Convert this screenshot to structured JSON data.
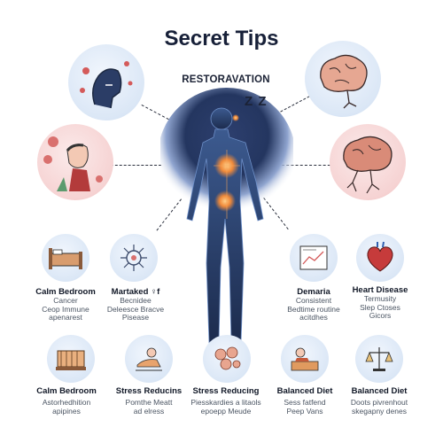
{
  "title": "Secret Tips",
  "subtitle": "RESTORAVATION",
  "zzz": "Z Z",
  "row1": [
    {
      "title": "Calm Bedroom",
      "desc": "Cancer\nCeop Immune\napenarest"
    },
    {
      "title": "Martaked ♀f",
      "desc": "Becnidee\nDeleesce Bracve\nPisease"
    },
    {
      "title": "Demaria",
      "desc": "Consistent\nBedtime routine\nacitdhes"
    },
    {
      "title": "Heart Disease",
      "desc": "Termusity\nSlep Ctoses\nGicors"
    }
  ],
  "row2": [
    {
      "title": "Calm Bedroom",
      "desc": "Astorhedhition\napipines"
    },
    {
      "title": "Stress Reducins",
      "desc": "Pomthe Meatt\nad elress"
    },
    {
      "title": "Stress Reducing",
      "desc": "Piesskardies a litaols\nepoepp Meude"
    },
    {
      "title": "Balanced Diet",
      "desc": "Sess fatfend\nPeep Vans"
    },
    {
      "title": "Balanced Diet",
      "desc": "Doots pivrenhout\nskegapny denes"
    }
  ],
  "colors": {
    "accent": "#f08a3a",
    "body": "#24395f",
    "halo": "#c9d6ee"
  }
}
